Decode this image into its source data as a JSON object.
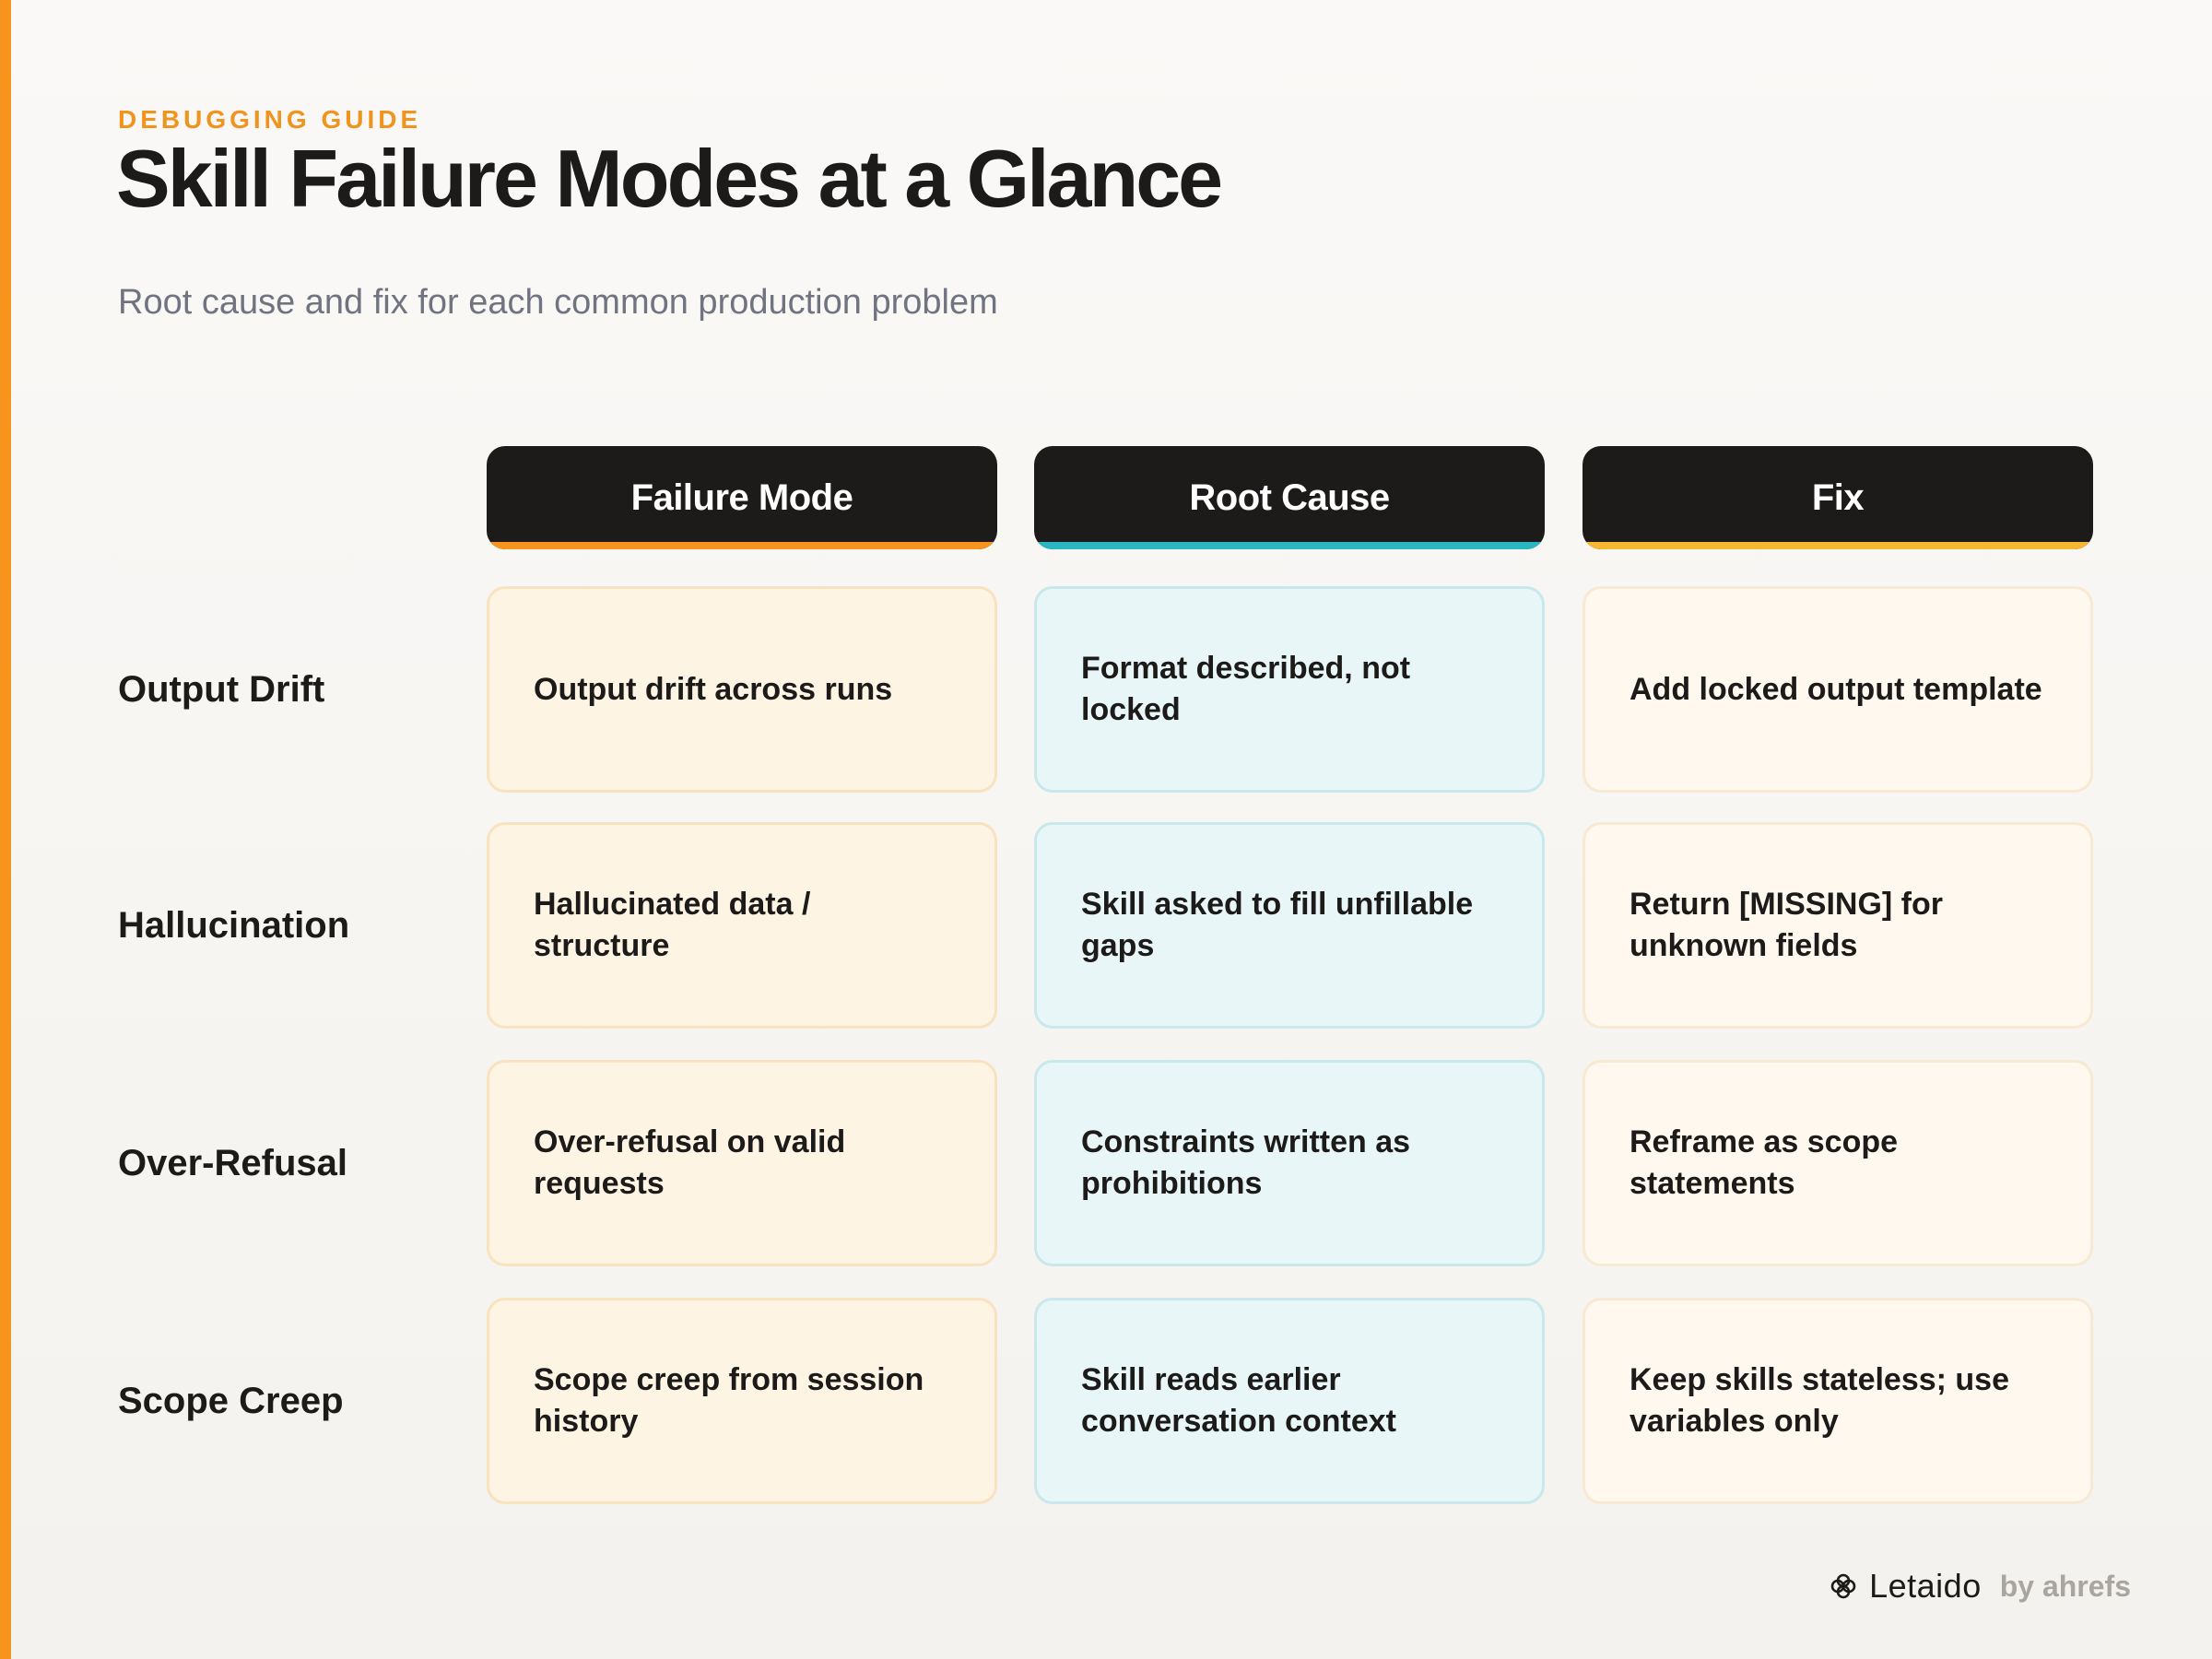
{
  "header": {
    "eyebrow": "DEBUGGING GUIDE",
    "title": "Skill Failure Modes at a Glance",
    "subtitle": "Root cause and fix for each common production problem"
  },
  "columns": [
    {
      "label": "Failure Mode",
      "accent": "#f7941d"
    },
    {
      "label": "Root Cause",
      "accent": "#2ab7c4"
    },
    {
      "label": "Fix",
      "accent": "#f7b731"
    }
  ],
  "rows": [
    {
      "label": "Output Drift",
      "failure_mode": "Output drift across runs",
      "root_cause": "Format described, not locked",
      "fix": "Add locked output template"
    },
    {
      "label": "Hallucination",
      "failure_mode": "Hallucinated data / structure",
      "root_cause": "Skill asked to fill unfillable gaps",
      "fix": "Return [MISSING] for unknown fields"
    },
    {
      "label": "Over-Refusal",
      "failure_mode": "Over-refusal on valid requests",
      "root_cause": "Constraints written as prohibitions",
      "fix": "Reframe as scope statements"
    },
    {
      "label": "Scope Creep",
      "failure_mode": "Scope creep from session history",
      "root_cause": "Skill reads earlier conversation context",
      "fix": "Keep skills stateless; use variables only"
    }
  ],
  "footer": {
    "logo_icon": "clover-icon",
    "brand": "Letaido",
    "byline": "by ahrefs"
  },
  "colors": {
    "accent_bar": "#f7941d",
    "eyebrow": "#f0941e",
    "header_bg": "#1c1b19"
  }
}
